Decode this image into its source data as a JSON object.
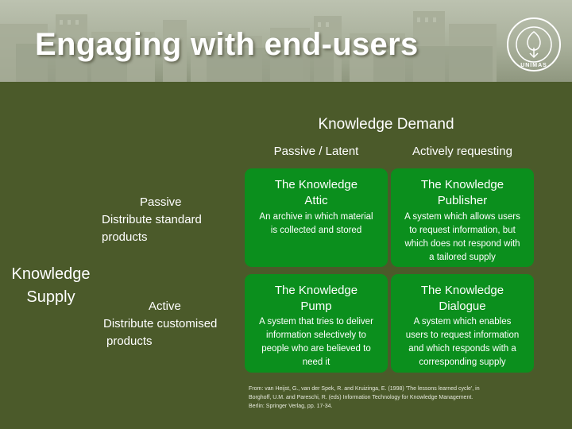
{
  "title": "Engaging with end-users",
  "icons": {
    "logo": "unimas-seal-logo",
    "skyline": "campus-buildings-banner"
  },
  "seal_text": "UNIMAS",
  "demand": {
    "title": "Knowledge Demand",
    "col1": "Passive / Latent",
    "col2": "Actively requesting"
  },
  "supply": {
    "title_line1": "Knowledge",
    "title_line2": "Supply",
    "row1": {
      "line1": "Passive",
      "line2": "Distribute standard",
      "line3": "products"
    },
    "row2": {
      "line1": "Active",
      "line2": "Distribute customised",
      "line3": "products"
    }
  },
  "boxes": {
    "attic": {
      "title_line1": "The Knowledge",
      "title_line2": "Attic",
      "body_line1": "An archive in which material",
      "body_line2": "is collected and stored"
    },
    "publisher": {
      "title_line1": "The Knowledge",
      "title_line2": "Publisher",
      "body_line1": "A system which allows users",
      "body_line2": "to request information, but",
      "body_line3": "which does not respond with",
      "body_line4": "a tailored supply"
    },
    "pump": {
      "title_line1": "The Knowledge",
      "title_line2": "Pump",
      "body_line1": "A system that tries to deliver",
      "body_line2": "information selectively to",
      "body_line3": "people  who are believed to",
      "body_line4": "need it"
    },
    "dialogue": {
      "title_line1": "The Knowledge",
      "title_line2": "Dialogue",
      "body_line1": "A system which  enables",
      "body_line2": "users to request information",
      "body_line3": "and which responds with a",
      "body_line4": "corresponding supply"
    }
  },
  "reference": {
    "line1": "From: van Heijst, G., van der Spek, R. and Kruizinga, E. (1998) 'The lessons learned cycle', in",
    "line2": "Borghoff, U.M. and Pareschi, R. (eds) Information Technology for Knowledge Management.",
    "line3": "Berlin: Springer Verlag, pp. 17-34."
  },
  "colors": {
    "background": "#4b5a2a",
    "box": "#0b8f1d",
    "text": "#ffffff"
  }
}
